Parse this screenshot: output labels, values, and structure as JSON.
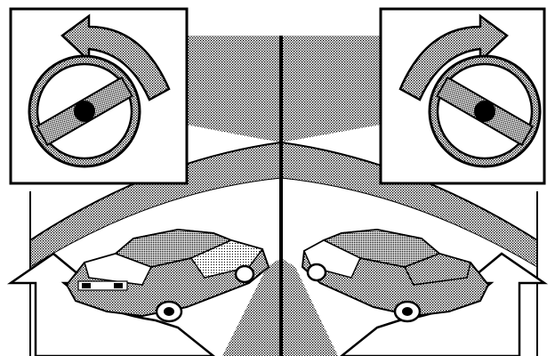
{
  "figure": {
    "panels": [
      {
        "id": "left",
        "wheel_rotation": "counterclockwise",
        "car_turn": "left"
      },
      {
        "id": "right",
        "wheel_rotation": "clockwise",
        "car_turn": "right"
      }
    ]
  },
  "colors": {
    "ink": "#000000",
    "paper": "#ffffff",
    "stipple": "#9a9a9a",
    "light_stipple": "#c9c9c9"
  },
  "icons": [
    "steering-wheel-icon",
    "curved-arrow-icon",
    "car-icon"
  ]
}
